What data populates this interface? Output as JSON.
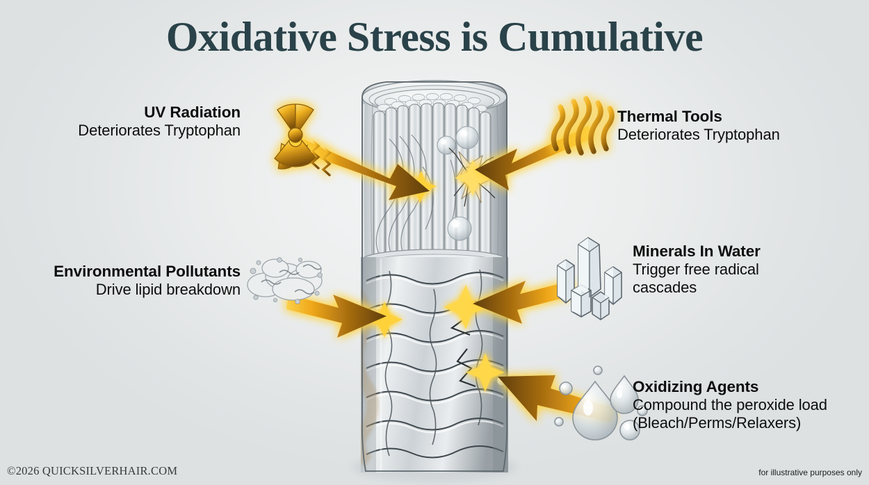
{
  "page": {
    "title": "Oxidative Stress is Cumulative",
    "background_color": "#e3e6e6",
    "title_color": "#2a4249",
    "accent_gold": "#f2b21c",
    "accent_dark_brown": "#6b4410",
    "glow_color": "#ffd84a"
  },
  "labels": {
    "uv_radiation": {
      "heading": "UV Radiation",
      "subtext": "Deteriorates Tryptophan",
      "icon": "radiation-icon",
      "align": "right"
    },
    "thermal_tools": {
      "heading": "Thermal Tools",
      "subtext": "Deteriorates Tryptophan",
      "icon": "heat-waves-icon",
      "align": "left"
    },
    "environmental_pollutants": {
      "heading": "Environmental Pollutants",
      "subtext": "Drive lipid breakdown",
      "icon": "smog-cloud-icon",
      "align": "right"
    },
    "minerals_in_water": {
      "heading": "Minerals In Water",
      "subtext_line1": "Trigger free radical",
      "subtext_line2": "cascades",
      "icon": "crystal-cluster-icon",
      "align": "left"
    },
    "oxidizing_agents": {
      "heading": "Oxidizing Agents",
      "subtext_line1": "Compound the peroxide load",
      "subtext_line2": "(Bleach/Perms/Relaxers)",
      "icon": "water-droplets-icon",
      "align": "left"
    }
  },
  "diagram": {
    "subject": "hair-shaft-cross-section",
    "arrow_count": 5,
    "impact_points": 5
  },
  "footer": {
    "copyright": "©2026 QUICKSILVERHAIR.COM",
    "disclaimer": "for illustrative purposes only"
  }
}
